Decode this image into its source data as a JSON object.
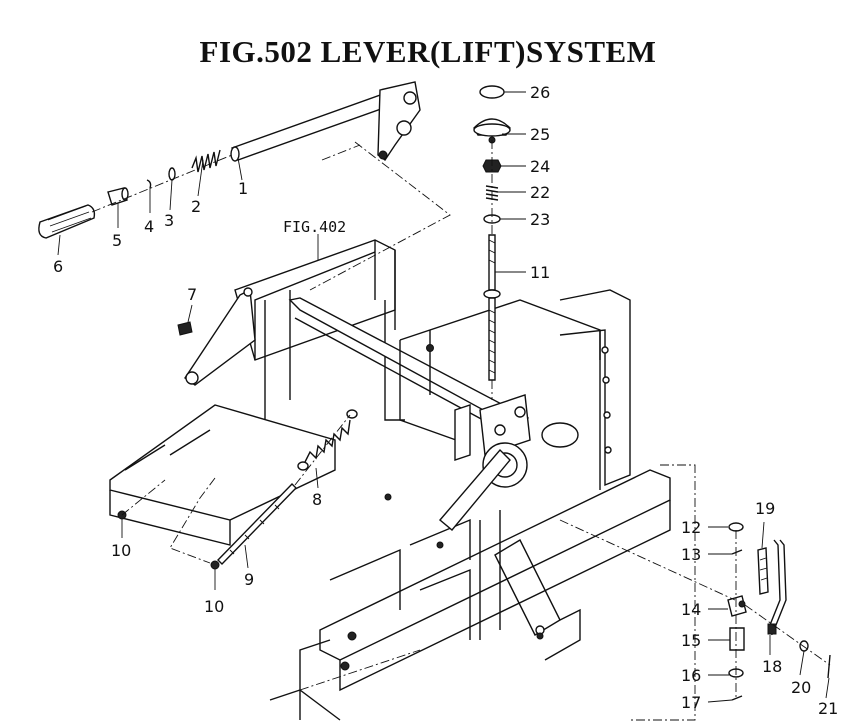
{
  "title": "FIG.502  LEVER(LIFT)SYSTEM",
  "reference_label": "FIG.402",
  "callouts": {
    "c1": "1",
    "c2": "2",
    "c3": "3",
    "c4": "4",
    "c5": "5",
    "c6": "6",
    "c7": "7",
    "c8": "8",
    "c9": "9",
    "c10a": "10",
    "c10b": "10",
    "c11": "11",
    "c12": "12",
    "c13": "13",
    "c14": "14",
    "c15": "15",
    "c16": "16",
    "c17": "17",
    "c18": "18",
    "c19": "19",
    "c20": "20",
    "c21": "21",
    "c22": "22",
    "c23": "23",
    "c24": "24",
    "c25": "25",
    "c26": "26"
  }
}
